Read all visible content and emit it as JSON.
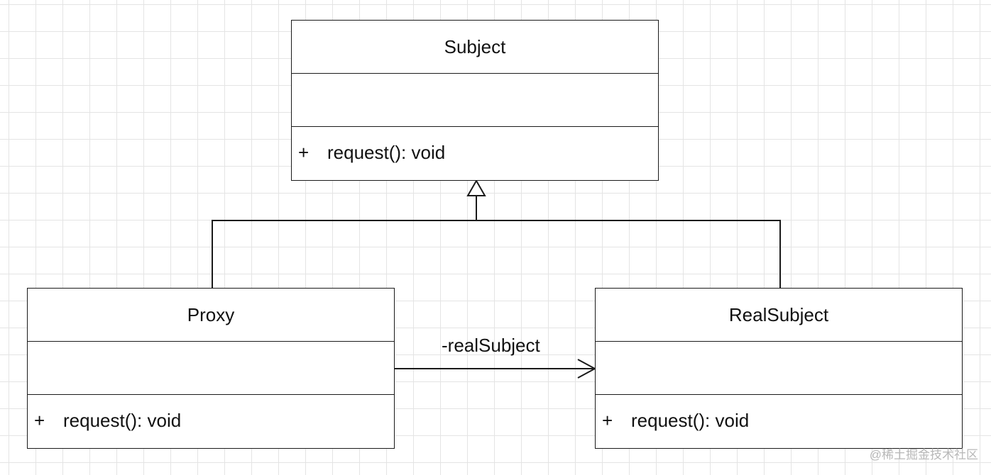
{
  "diagram": {
    "classes": {
      "subject": {
        "name": "Subject",
        "operations": [
          {
            "visibility": "+",
            "signature": "request(): void"
          }
        ]
      },
      "proxy": {
        "name": "Proxy",
        "operations": [
          {
            "visibility": "+",
            "signature": "request(): void"
          }
        ]
      },
      "real_subject": {
        "name": "RealSubject",
        "operations": [
          {
            "visibility": "+",
            "signature": "request(): void"
          }
        ]
      }
    },
    "relationships": {
      "association_label": "-realSubject"
    }
  },
  "watermark": "@稀土掘金技术社区"
}
